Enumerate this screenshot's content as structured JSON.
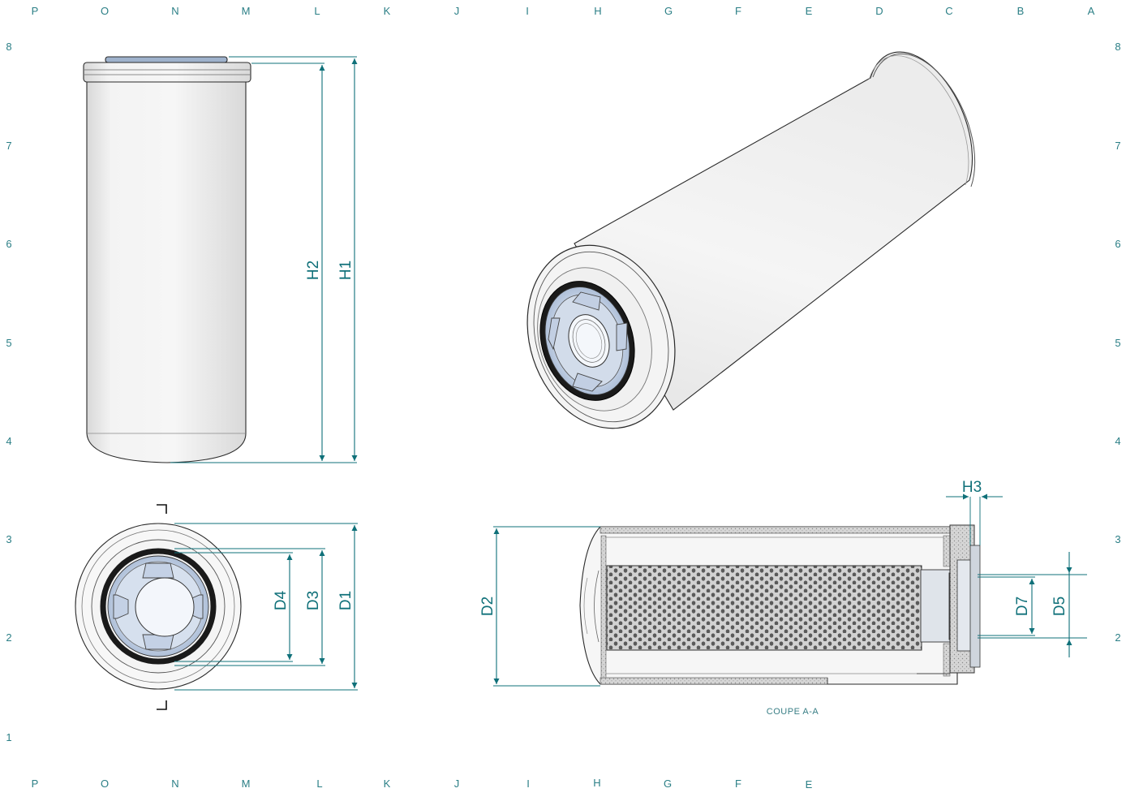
{
  "border": {
    "columns_top": [
      "P",
      "O",
      "N",
      "M",
      "L",
      "K",
      "J",
      "I",
      "H",
      "G",
      "F",
      "E",
      "D",
      "C",
      "B",
      "A"
    ],
    "columns_bottom": [
      "P",
      "O",
      "N",
      "M",
      "L",
      "K",
      "J",
      "I",
      "H",
      "G",
      "F",
      "E"
    ],
    "rows_left": [
      "8",
      "7",
      "6",
      "5",
      "4",
      "3",
      "2",
      "1"
    ],
    "rows_right": [
      "8",
      "7",
      "6",
      "5",
      "4",
      "3",
      "2"
    ]
  },
  "dimensions": {
    "h1": "H1",
    "h2": "H2",
    "h3": "H3",
    "d1": "D1",
    "d2": "D2",
    "d3": "D3",
    "d4": "D4",
    "d5": "D5",
    "d7": "D7"
  },
  "section_view": {
    "caption": "COUPE A-A"
  },
  "colors": {
    "dimension": "#0f7079",
    "grid_text": "#2b7f86",
    "body_fill": "#f2f2f2",
    "port_fill": "#c8d6ea"
  }
}
